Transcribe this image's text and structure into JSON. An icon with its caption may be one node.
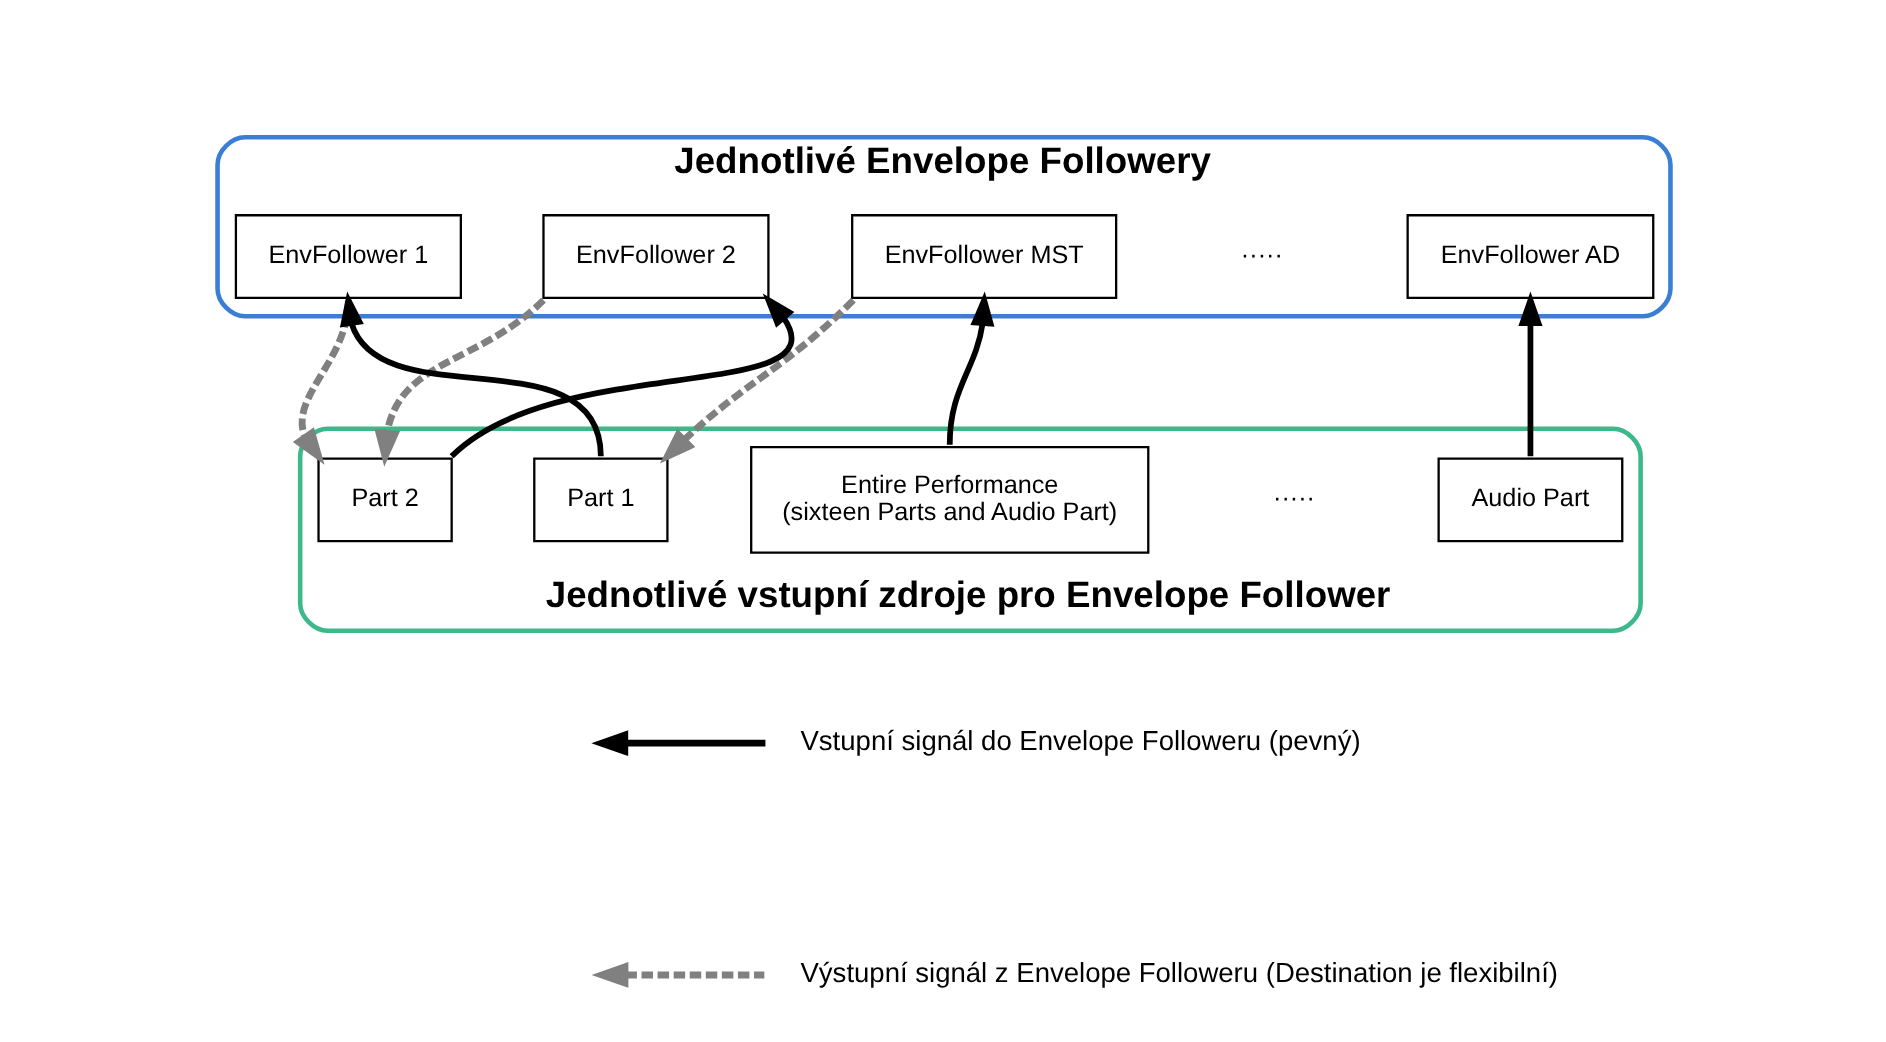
{
  "diagram": {
    "nodes": [
      {
        "text": [
          "Jednotlivé Envelope Followery"
        ]
      },
      {
        "text": [
          "EnvFollower 1"
        ],
        "in": 0
      },
      {
        "text": [
          "EnvFollower 2"
        ],
        "in": 0
      },
      {
        "text": [
          "EnvFollower MST"
        ],
        "in": 0
      },
      {
        "text": [
          "EnvFollower AD"
        ],
        "in": 0
      },
      {
        "text": [
          "Jednotlivé vstupní zdroje pro Envelope Follower"
        ]
      },
      {
        "text": [
          "Part 1"
        ],
        "in": 5
      },
      {
        "text": [
          "Part 2"
        ],
        "in": 5
      },
      {
        "text": [
          "Entire Performance",
          "(sixteen Parts and Audio Part)"
        ],
        "in": 5
      },
      {
        "text": [
          "Audio Part"
        ],
        "in": 5
      }
    ],
    "edges": [
      {
        "from": 6,
        "to": 1,
        "arrow": "to"
      },
      {
        "from": 7,
        "to": 2,
        "arrow": "to"
      },
      {
        "from": 8,
        "to": 3,
        "arrow": "to"
      },
      {
        "from": 9,
        "to": 4,
        "arrow": "to"
      },
      {
        "from": 1,
        "to": 7,
        "arrow": "to",
        "style": "dashed",
        "color": "#808080"
      },
      {
        "from": 2,
        "to": 7,
        "arrow": "to",
        "style": "dashed",
        "color": "#808080"
      },
      {
        "from": 3,
        "to": 6,
        "arrow": "to",
        "style": "dashed",
        "color": "#808080"
      }
    ],
    "labels": [
      "·····",
      "·····"
    ],
    "legend": [
      {
        "text": "Vstupní signál do Envelope Followeru (pevný)"
      },
      {
        "text": "Výstupní signál z Envelope Followeru (Destination je flexibilní)"
      }
    ]
  }
}
